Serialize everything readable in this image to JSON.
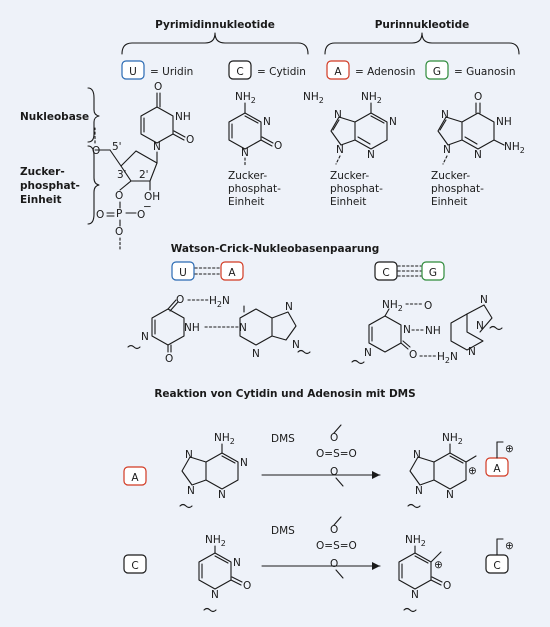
{
  "headings": {
    "pyrimidine": "Pyrimidinnukleotide",
    "purine": "Purinnukleotide",
    "pairing": "Watson-Crick-Nukleobasenpaarung",
    "reaction": "Reaktion von Cytidin und Adenosin mit DMS"
  },
  "legend": [
    {
      "letter": "U",
      "name": "= Uridin",
      "color": "#2a6ab3"
    },
    {
      "letter": "C",
      "name": "= Cytidin",
      "color": "#1a1a1a"
    },
    {
      "letter": "A",
      "name": "= Adenosin",
      "color": "#d23a23"
    },
    {
      "letter": "G",
      "name": "= Guanosin",
      "color": "#2e8b3a"
    }
  ],
  "side_labels": {
    "base": "Nukleobase",
    "sugar_1": "Zucker-",
    "sugar_2": "phosphat-",
    "sugar_3": "Einheit"
  },
  "subunit": {
    "line1": "Zucker-",
    "line2": "phosphat-",
    "line3": "Einheit"
  },
  "atoms": {
    "O": "O",
    "N": "N",
    "NH": "NH",
    "NH2": "NH",
    "H2N": "H",
    "sub2": "2",
    "OH": "OH",
    "P": "P",
    "N_plus": "⊕",
    "minus": "−",
    "c5p": "5'",
    "c3p": "3'",
    "c2p": "2'"
  },
  "stray_nh2": "NH",
  "reagent": "DMS",
  "reaction_inputs": [
    "A",
    "C"
  ]
}
